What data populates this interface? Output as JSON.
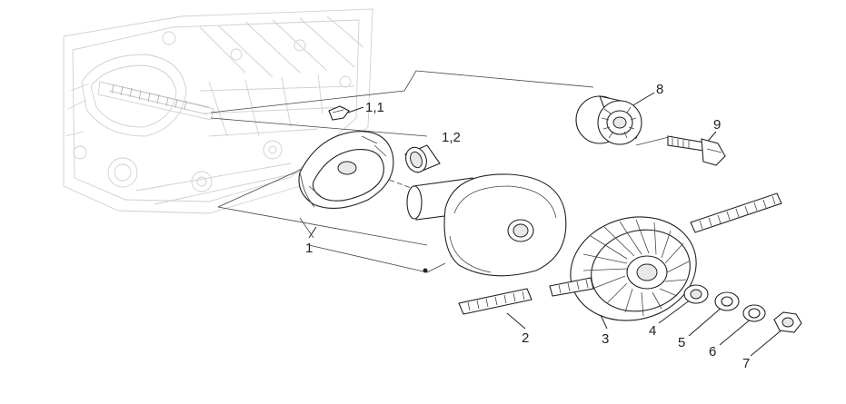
{
  "callouts": [
    {
      "id": "1",
      "text": "1"
    },
    {
      "id": "1_1",
      "text": "1,1"
    },
    {
      "id": "1_2",
      "text": "1,2"
    },
    {
      "id": "2",
      "text": "2"
    },
    {
      "id": "3",
      "text": "3"
    },
    {
      "id": "4",
      "text": "4"
    },
    {
      "id": "5",
      "text": "5"
    },
    {
      "id": "6",
      "text": "6"
    },
    {
      "id": "7",
      "text": "7"
    },
    {
      "id": "8",
      "text": "8"
    },
    {
      "id": "9",
      "text": "9"
    }
  ]
}
